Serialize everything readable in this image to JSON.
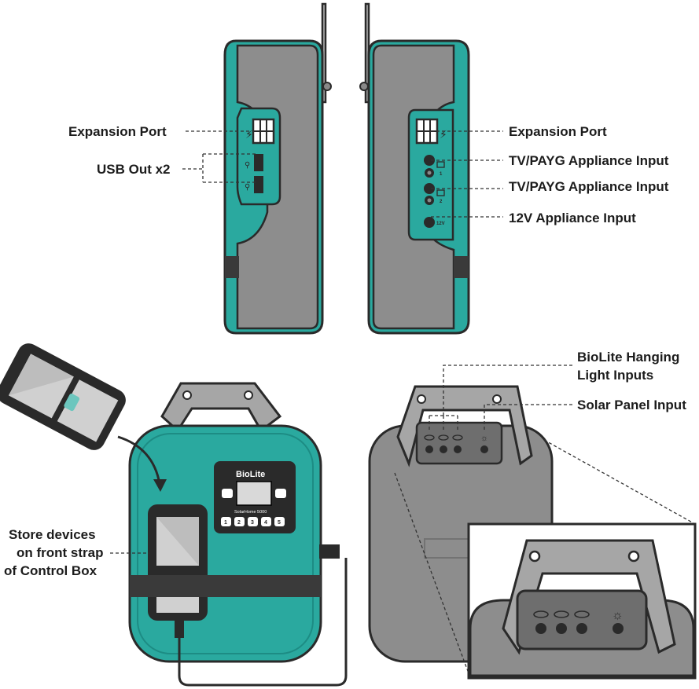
{
  "labels": {
    "left_expansion": "Expansion Port",
    "usb_out": "USB Out x2",
    "right_expansion": "Expansion Port",
    "tv_input_1": "TV/PAYG Appliance Input",
    "tv_input_2": "TV/PAYG Appliance Input",
    "twelve_v_input": "12V Appliance Input",
    "hanging_light_line1": "BioLite Hanging",
    "hanging_light_line2": "Light Inputs",
    "solar_panel": "Solar Panel Input",
    "store_line1": "Store devices",
    "store_line2": "on front strap",
    "store_line3": "of Control Box"
  },
  "device": {
    "brand": "BioLite",
    "model": "SolarHome 5000",
    "buttons": [
      "1",
      "2",
      "3",
      "4",
      "5"
    ],
    "port_12v": "12V",
    "port_1": "1",
    "port_2": "2"
  },
  "colors": {
    "teal": "#2aa99f",
    "teal_dark": "#1d8c84",
    "gray": "#8d8d8d",
    "gray_light": "#a6a6a6",
    "outline": "#2a2a2a"
  }
}
